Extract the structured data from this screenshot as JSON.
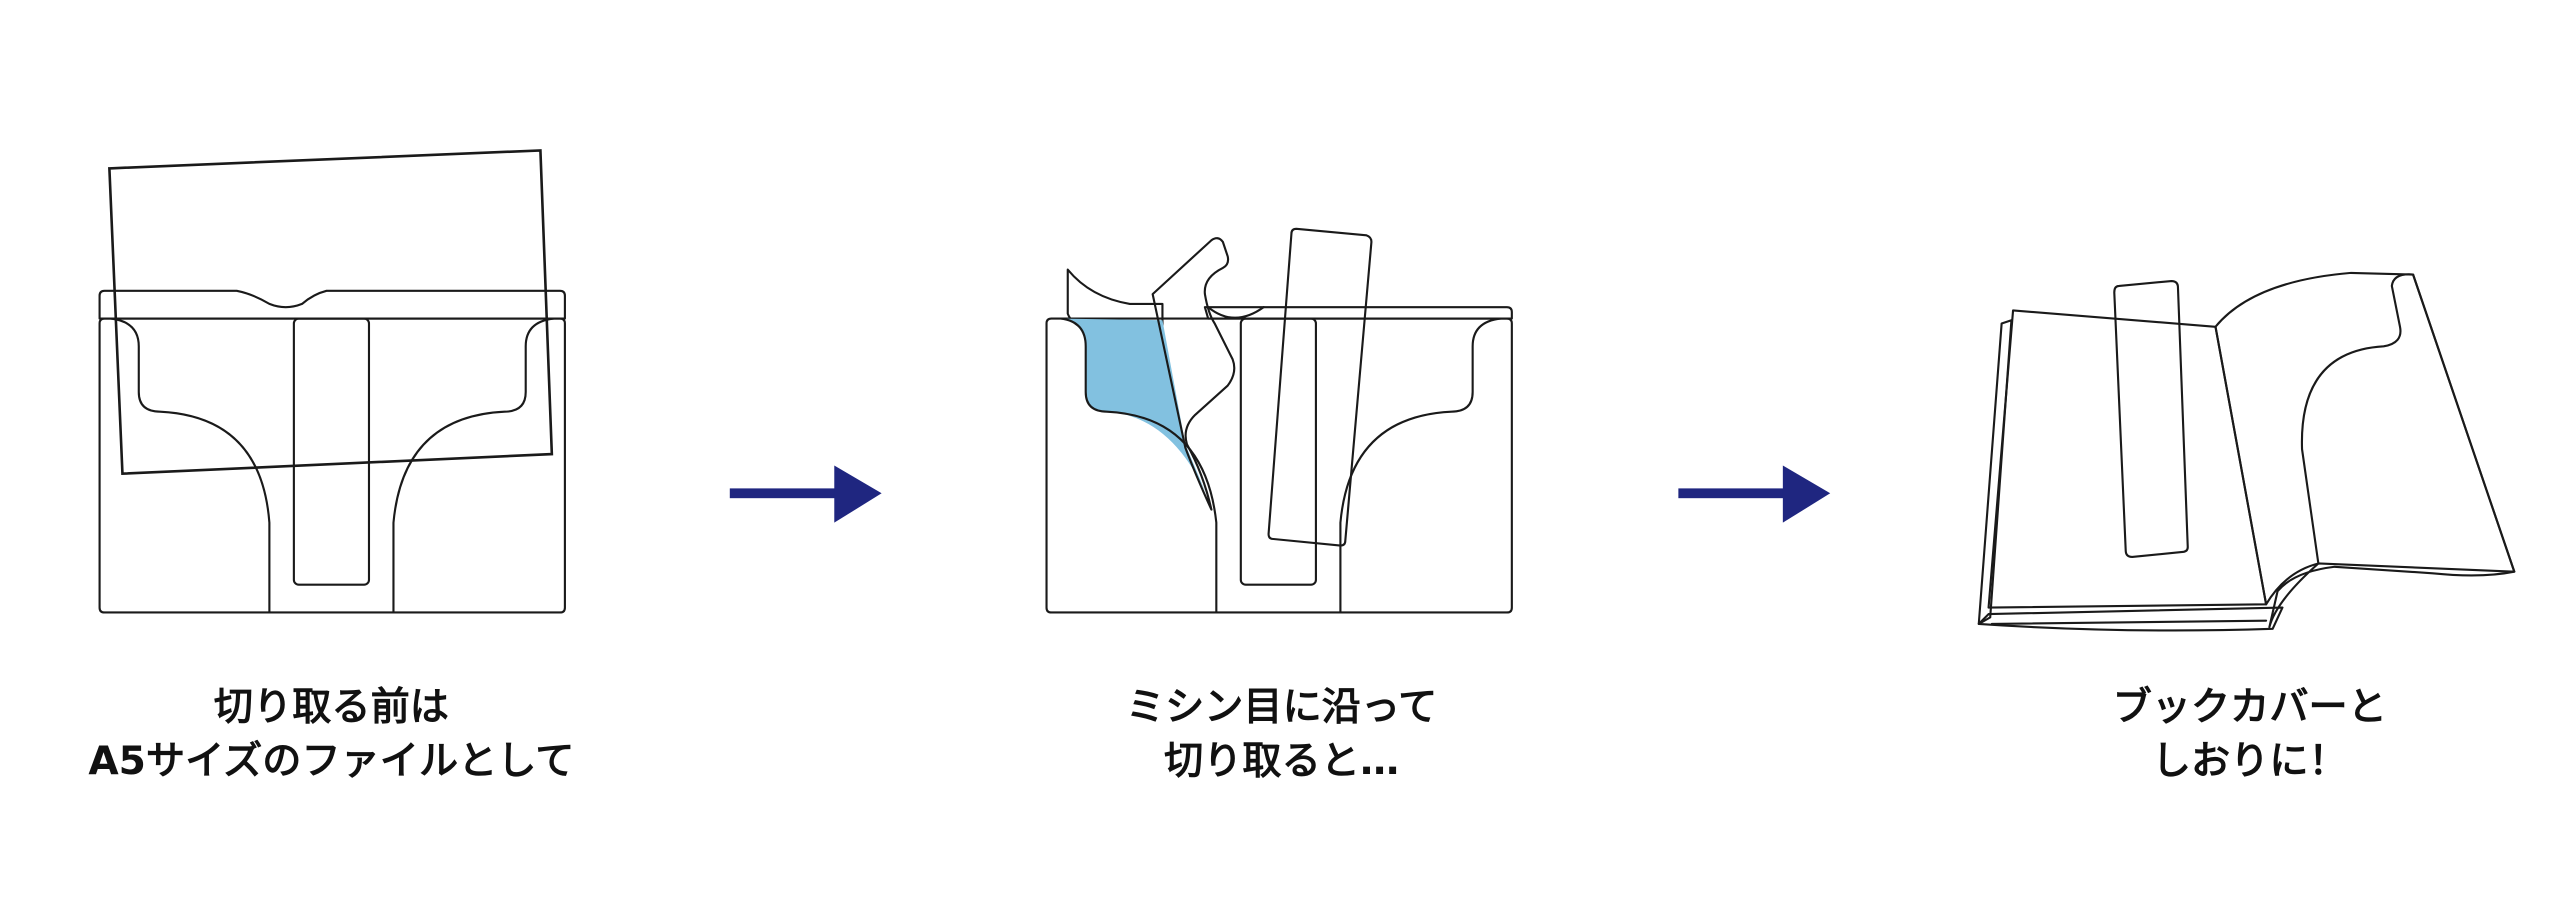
{
  "colors": {
    "pocket": "#a6d2ec",
    "pocket_dark": "#82c1e0",
    "arrow": "#1f2680",
    "outline": "#1a1a1a"
  },
  "steps": [
    {
      "caption_line1": "切り取る前は",
      "caption_line2": "A5サイズのファイルとして"
    },
    {
      "caption_line1": "ミシン目に沿って",
      "caption_line2": "切り取ると…"
    },
    {
      "caption_line1": "ブックカバーと",
      "caption_line2": "しおりに！"
    }
  ],
  "arrows": [
    "arrow-right-icon",
    "arrow-right-icon"
  ]
}
